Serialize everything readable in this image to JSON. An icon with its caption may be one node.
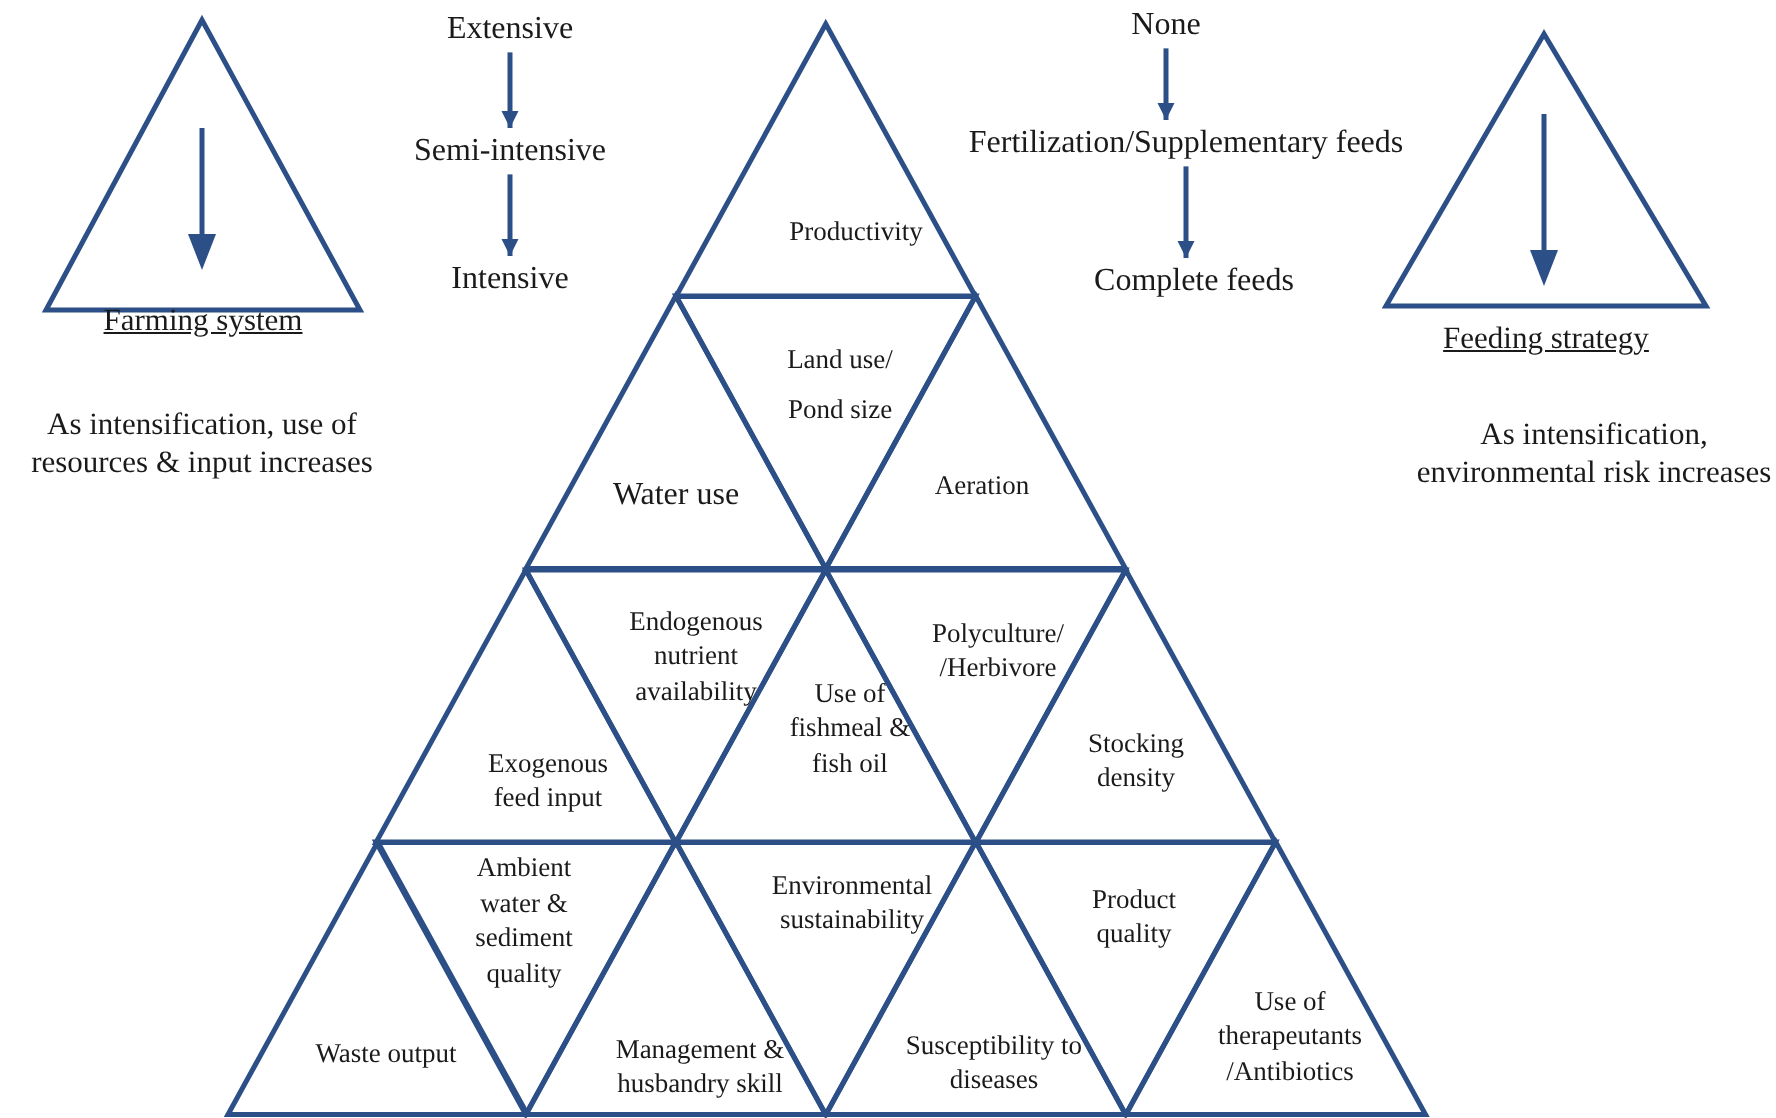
{
  "diagram": {
    "nodes": [
      {
        "text": [
          "Farming system"
        ]
      },
      {
        "text": [
          "Extensive"
        ]
      },
      {
        "text": [
          "Semi-intensive"
        ]
      },
      {
        "text": [
          "Intensive"
        ]
      },
      {
        "text": [
          "None"
        ]
      },
      {
        "text": [
          "Fertilization/Supplementary feeds"
        ]
      },
      {
        "text": [
          "Complete feeds"
        ]
      },
      {
        "text": [
          "Feeding strategy"
        ]
      },
      {
        "text": [
          "Productivity"
        ]
      },
      {
        "text": [
          "Water use"
        ]
      },
      {
        "text": [
          "Land use/ Pond size"
        ]
      },
      {
        "text": [
          "Aeration"
        ]
      },
      {
        "text": [
          "Exogenous feed input"
        ]
      },
      {
        "text": [
          "Endogenous nutrient availability"
        ]
      },
      {
        "text": [
          "Use of fishmeal & fish oil"
        ]
      },
      {
        "text": [
          "Polyculture/ /Herbivore"
        ]
      },
      {
        "text": [
          "Stocking density"
        ]
      },
      {
        "text": [
          "Waste output"
        ]
      },
      {
        "text": [
          "Ambient water & sediment quality"
        ]
      },
      {
        "text": [
          "Management & husbandry skill"
        ]
      },
      {
        "text": [
          "Environmental sustainability"
        ]
      },
      {
        "text": [
          "Susceptibility to diseases"
        ]
      },
      {
        "text": [
          "Product quality"
        ]
      },
      {
        "text": [
          "Use of therapeutants /Antibiotics"
        ]
      }
    ],
    "edges": [
      {
        "from": 1,
        "to": 2,
        "arrow": "to"
      },
      {
        "from": 2,
        "to": 3,
        "arrow": "to"
      },
      {
        "from": 4,
        "to": 5,
        "arrow": "to"
      },
      {
        "from": 5,
        "to": 6,
        "arrow": "to"
      }
    ],
    "labels": [
      "As intensification, use of resources & input increases",
      "As intensification, environmental risk increases"
    ]
  }
}
